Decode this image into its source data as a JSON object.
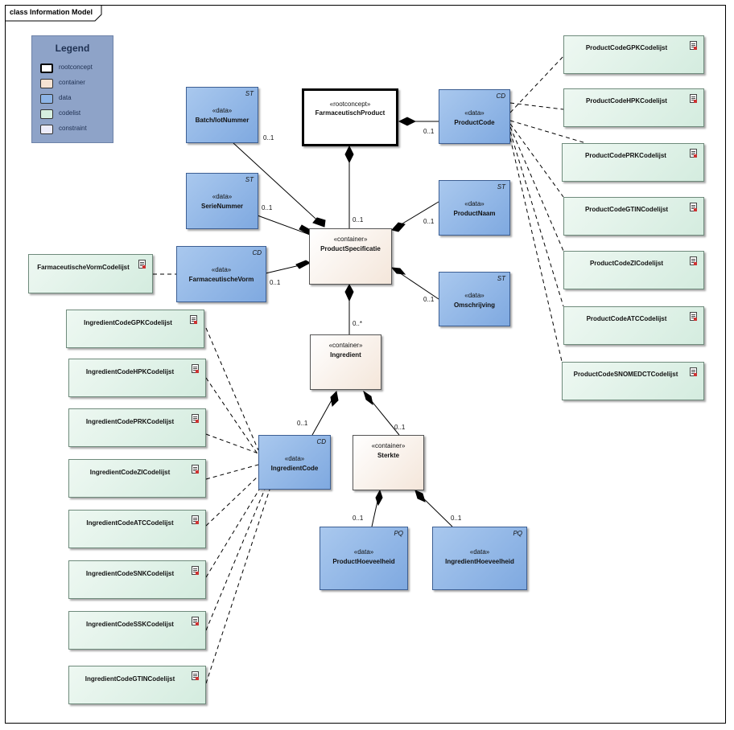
{
  "frame": {
    "title": "class Information Model"
  },
  "legend": {
    "title": "Legend",
    "items": [
      {
        "label": "rootconcept",
        "color": "#ffffff"
      },
      {
        "label": "container",
        "color": "#f6e3d3"
      },
      {
        "label": "data",
        "color": "#8db4e6"
      },
      {
        "label": "codelist",
        "color": "#d7efe0"
      },
      {
        "label": "constraint",
        "color": "#ececfa"
      }
    ]
  },
  "classes": {
    "farmaceutisch_product": {
      "stereotype": "«rootconcept»",
      "name": "FarmaceutischProduct"
    },
    "batch_lot_nummer": {
      "stereotype": "«data»",
      "name": "Batch/lotNummer",
      "type": "ST"
    },
    "serie_nummer": {
      "stereotype": "«data»",
      "name": "SerieNummer",
      "type": "ST"
    },
    "farmaceutische_vorm": {
      "stereotype": "«data»",
      "name": "FarmaceutischeVorm",
      "type": "CD"
    },
    "product_code": {
      "stereotype": "«data»",
      "name": "ProductCode",
      "type": "CD"
    },
    "product_naam": {
      "stereotype": "«data»",
      "name": "ProductNaam",
      "type": "ST"
    },
    "omschrijving": {
      "stereotype": "«data»",
      "name": "Omschrijving",
      "type": "ST"
    },
    "product_specificatie": {
      "stereotype": "«container»",
      "name": "ProductSpecificatie"
    },
    "ingredient": {
      "stereotype": "«container»",
      "name": "Ingredient"
    },
    "ingredient_code": {
      "stereotype": "«data»",
      "name": "IngredientCode",
      "type": "CD"
    },
    "sterkte": {
      "stereotype": "«container»",
      "name": "Sterkte"
    },
    "product_hoeveelheid": {
      "stereotype": "«data»",
      "name": "ProductHoeveelheid",
      "type": "PQ"
    },
    "ingredient_hoeveelheid": {
      "stereotype": "«data»",
      "name": "IngredientHoeveelheid",
      "type": "PQ"
    }
  },
  "codelists": {
    "farmaceutische_vorm": "FarmaceutischeVormCodelijst",
    "product": [
      "ProductCodeGPKCodelijst",
      "ProductCodeHPKCodelijst",
      "ProductCodePRKCodelijst",
      "ProductCodeGTINCodelijst",
      "ProductCodeZICodelijst",
      "ProductCodeATCCodelijst",
      "ProductCodeSNOMEDCTCodelijst"
    ],
    "ingredient": [
      "IngredientCodeGPKCodelijst",
      "IngredientCodeHPKCodelijst",
      "IngredientCodePRKCodelijst",
      "IngredientCodeZICodelijst",
      "IngredientCodeATCCodelijst",
      "IngredientCodeSNKCodelijst",
      "IngredientCodeSSKCodelijst",
      "IngredientCodeGTINCodelijst"
    ]
  },
  "multiplicities": {
    "batch": "0..1",
    "serie": "0..1",
    "vorm": "0..1",
    "spec": "0..1",
    "code": "0..1",
    "naam": "0..1",
    "omschrijving": "0..1",
    "ingredient": "0..*",
    "ingredient_code": "0..1",
    "sterkte": "0..1",
    "product_hoeveelheid": "0..1",
    "ingredient_hoeveelheid": "0..1"
  }
}
